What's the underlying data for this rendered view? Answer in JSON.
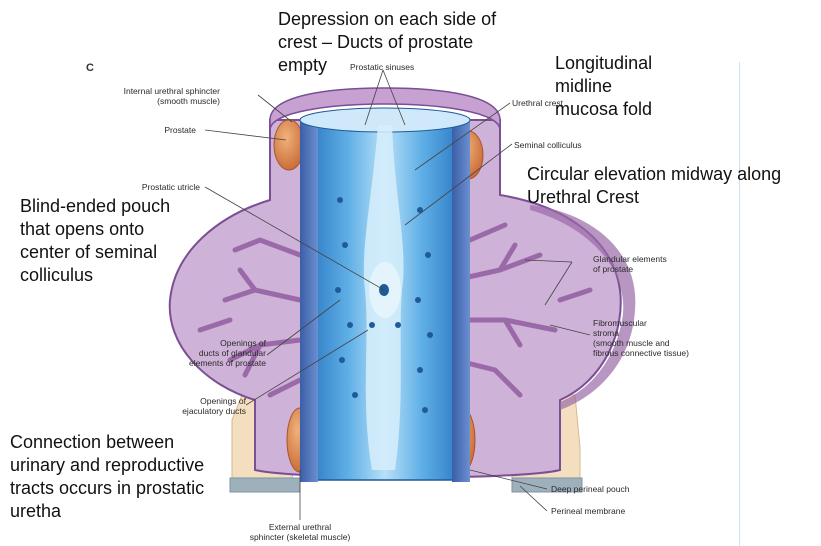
{
  "figure_letter": "C",
  "annotations": {
    "depression": "Depression on each side of\ncrest – Ducts of prostate\nempty",
    "longitudinal": "Longitudinal\nmidline\nmucosa fold",
    "circular": "Circular elevation midway along\nUrethral Crest",
    "blind": "Blind-ended pouch\nthat opens onto\ncenter of seminal\ncolliculus",
    "connection": "Connection between\nurinary and reproductive\ntracts occurs in prostatic\nuretha"
  },
  "labels": {
    "internal_sphincter": "Internal urethral sphincter\n(smooth muscle)",
    "prostate": "Prostate",
    "prostatic_sinuses": "Prostatic sinuses",
    "urethral_crest": "Urethral crest",
    "seminal_colliculus": "Seminal colliculus",
    "prostatic_utricle": "Prostatic utricle",
    "glandular_elements": "Glandular elements\nof prostate",
    "fibromuscular_stroma": "Fibromuscular\nstroma\n(smooth muscle and\nfibrous connective tissue)",
    "openings_ducts": "Openings of\nducts of glandular\nelements of prostate",
    "openings_ejaculatory": "Openings of\nejaculatory ducts",
    "deep_perineal": "Deep perineal pouch",
    "perineal_membrane": "Perineal membrane",
    "external_sphincter": "External urethral\nsphincter (skeletal muscle)"
  },
  "colors": {
    "prostate_tissue": "#cfb2d8",
    "prostate_edge": "#7a4f95",
    "gland": "#9a6aa8",
    "urethra_blue": "#4d9edc",
    "urethra_light": "#a9d6f2",
    "sphincter": "#d98b4e",
    "perineal": "#f3dfc0",
    "membrane": "#8fa3b3"
  }
}
